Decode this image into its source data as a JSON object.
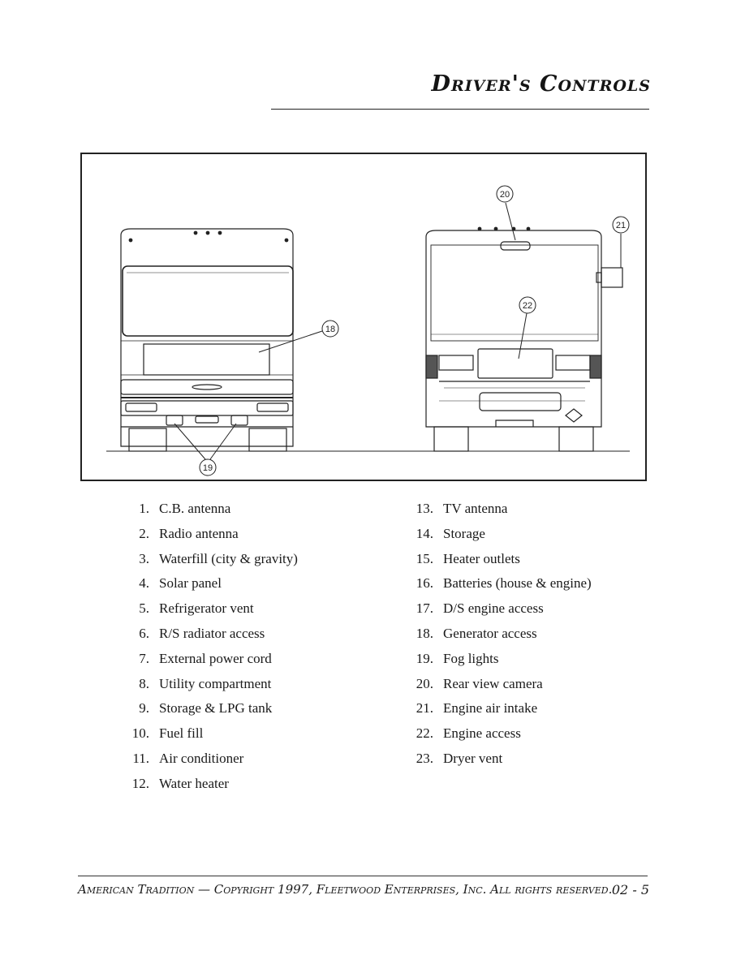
{
  "header": {
    "title": "Driver's Controls"
  },
  "figure": {
    "callouts": [
      {
        "id": "18",
        "label": "18"
      },
      {
        "id": "19",
        "label": "19"
      },
      {
        "id": "20",
        "label": "20"
      },
      {
        "id": "21",
        "label": "21"
      },
      {
        "id": "22",
        "label": "22"
      }
    ]
  },
  "legend_left": [
    {
      "num": "1.",
      "text": "C.B. antenna"
    },
    {
      "num": "2.",
      "text": "Radio antenna"
    },
    {
      "num": "3.",
      "text": "Waterfill (city & gravity)"
    },
    {
      "num": "4.",
      "text": "Solar panel"
    },
    {
      "num": "5.",
      "text": "Refrigerator vent"
    },
    {
      "num": "6.",
      "text": "R/S radiator access"
    },
    {
      "num": "7.",
      "text": "External power cord"
    },
    {
      "num": "8.",
      "text": "Utility compartment"
    },
    {
      "num": "9.",
      "text": "Storage & LPG tank"
    },
    {
      "num": "10.",
      "text": "Fuel fill"
    },
    {
      "num": "11.",
      "text": "Air conditioner"
    },
    {
      "num": "12.",
      "text": "Water heater"
    }
  ],
  "legend_right": [
    {
      "num": "13.",
      "text": "TV antenna"
    },
    {
      "num": "14.",
      "text": "Storage"
    },
    {
      "num": "15.",
      "text": "Heater outlets"
    },
    {
      "num": "16.",
      "text": "Batteries (house & engine)"
    },
    {
      "num": "17.",
      "text": "D/S engine access"
    },
    {
      "num": "18.",
      "text": "Generator access"
    },
    {
      "num": "19.",
      "text": "Fog lights"
    },
    {
      "num": "20.",
      "text": "Rear view camera"
    },
    {
      "num": "21.",
      "text": "Engine air intake"
    },
    {
      "num": "22.",
      "text": "Engine access"
    },
    {
      "num": "23.",
      "text": "Dryer vent"
    }
  ],
  "footer": {
    "text": "American Tradition — Copyright 1997, Fleetwood Enterprises, Inc. All rights reserved.",
    "page": "02 - 5"
  }
}
